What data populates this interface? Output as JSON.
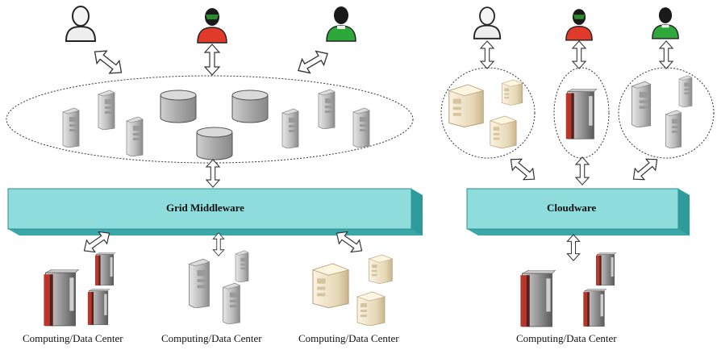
{
  "grid": {
    "middleware_label": "Grid Middleware",
    "centers": [
      "Computing/Data Center",
      "Computing/Data Center",
      "Computing/Data Center"
    ]
  },
  "cloud": {
    "middleware_label": "Cloudware",
    "center": "Computing/Data Center"
  },
  "colors": {
    "bar_top": "#8fdcdc",
    "bar_side": "#3aa8a8",
    "user_white": "#f2f2f2",
    "user_red": "#e03a2a",
    "user_green": "#2ea83a",
    "rack_dark": "#7a3a32"
  }
}
